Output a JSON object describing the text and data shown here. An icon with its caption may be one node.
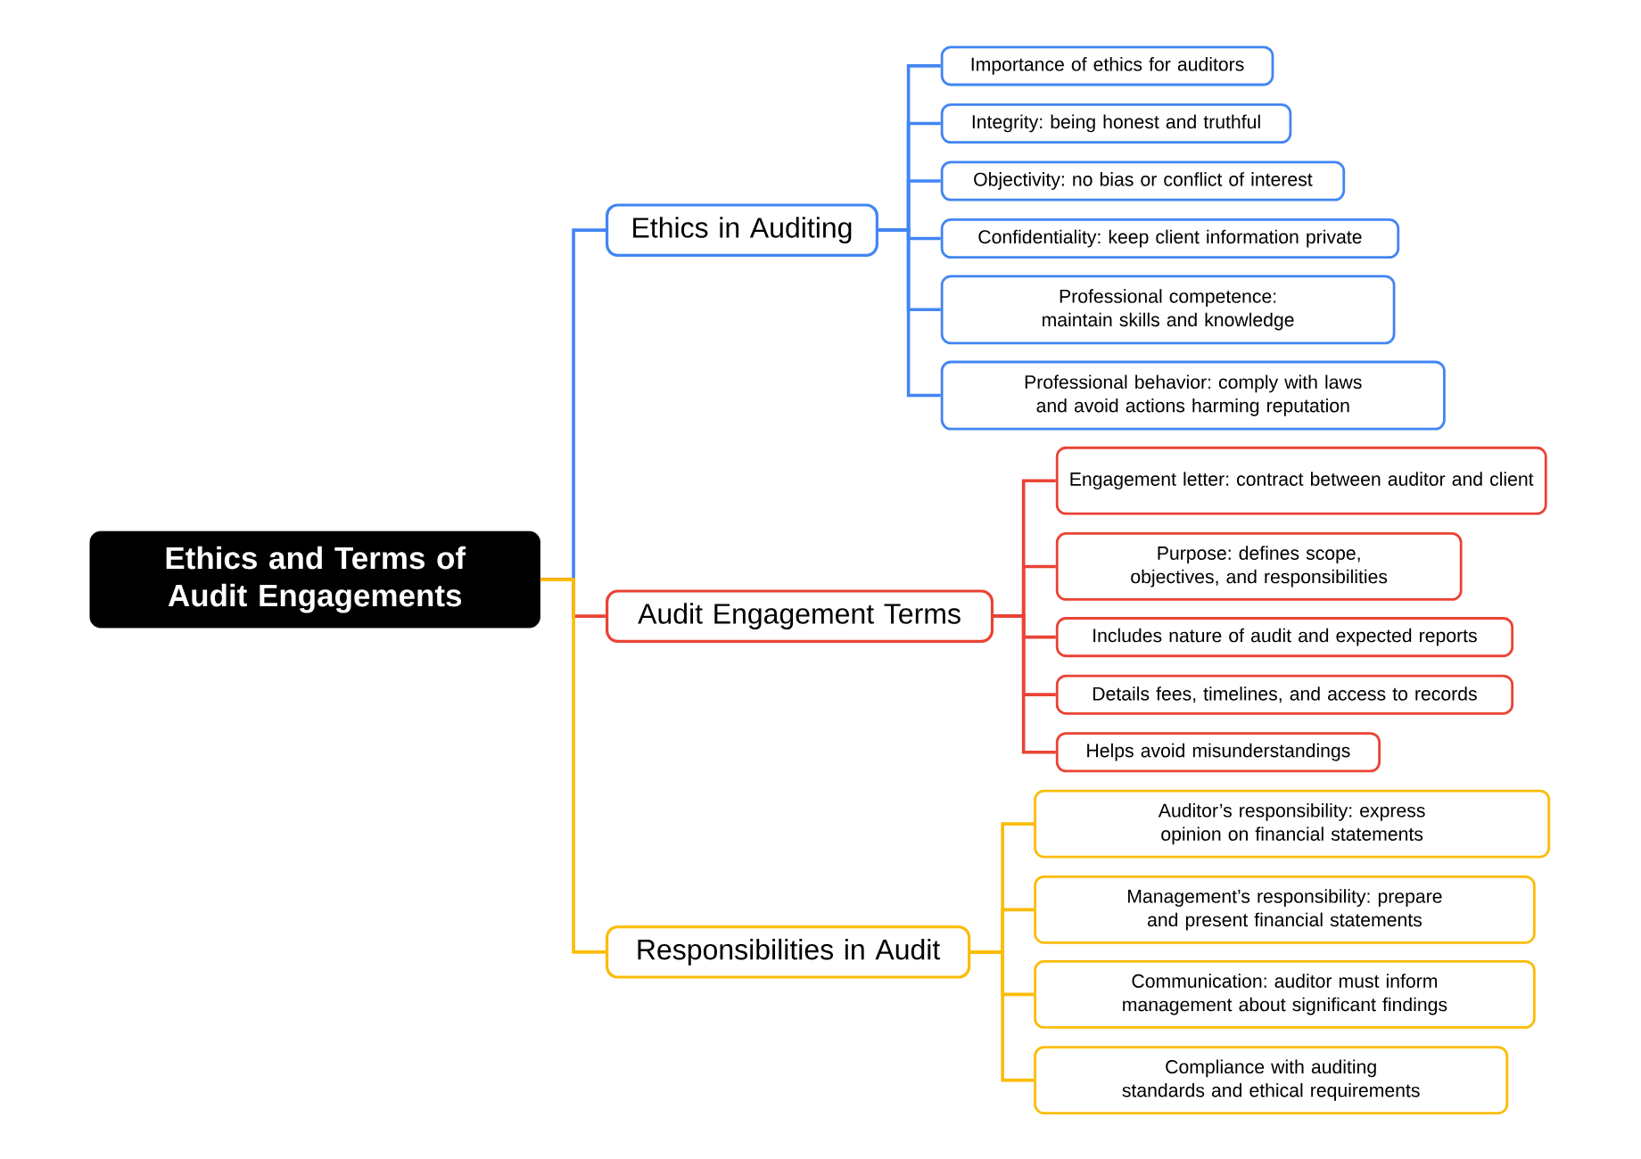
{
  "diagram": {
    "nodes": [
      {
        "text": [
          "Ethics and Terms of Audit Engagements"
        ]
      },
      {
        "text": [
          "Ethics in Auditing"
        ]
      },
      {
        "text": [
          "Importance of ethics for auditors"
        ]
      },
      {
        "text": [
          "Integrity: being honest and truthful"
        ]
      },
      {
        "text": [
          "Objectivity: no bias or conflict of interest"
        ]
      },
      {
        "text": [
          "Confidentiality: keep client information private"
        ]
      },
      {
        "text": [
          "Professional competence: maintain skills and knowledge"
        ]
      },
      {
        "text": [
          "Professional behavior: comply with laws and avoid actions harming reputation"
        ]
      },
      {
        "text": [
          "Audit Engagement Terms"
        ]
      },
      {
        "text": [
          "Engagement letter: contract between auditor and client"
        ]
      },
      {
        "text": [
          "Purpose: defines scope, objectives, and responsibilities"
        ]
      },
      {
        "text": [
          "Includes nature of audit and expected reports"
        ]
      },
      {
        "text": [
          "Details fees, timelines, and access to records"
        ]
      },
      {
        "text": [
          "Helps avoid misunderstandings"
        ]
      },
      {
        "text": [
          "Responsibilities in Audit"
        ]
      },
      {
        "text": [
          "Auditor’s responsibility: express opinion on financial statements"
        ]
      },
      {
        "text": [
          "Management’s responsibility: prepare and present financial statements"
        ]
      },
      {
        "text": [
          "Communication: auditor must inform management about significant findings"
        ]
      },
      {
        "text": [
          "Compliance with auditing standards and ethical requirements"
        ]
      }
    ],
    "edges": [
      {
        "from": 0,
        "to": 1,
        "arrow": "none",
        "color": "#4285f4"
      },
      {
        "from": 0,
        "to": 8,
        "arrow": "none",
        "color": "#ea4335"
      },
      {
        "from": 0,
        "to": 14,
        "arrow": "none",
        "color": "#fbbc05"
      },
      {
        "from": 1,
        "to": 2,
        "arrow": "none",
        "color": "#4285f4"
      },
      {
        "from": 1,
        "to": 3,
        "arrow": "none",
        "color": "#4285f4"
      },
      {
        "from": 1,
        "to": 4,
        "arrow": "none",
        "color": "#4285f4"
      },
      {
        "from": 1,
        "to": 5,
        "arrow": "none",
        "color": "#4285f4"
      },
      {
        "from": 1,
        "to": 6,
        "arrow": "none",
        "color": "#4285f4"
      },
      {
        "from": 1,
        "to": 7,
        "arrow": "none",
        "color": "#4285f4"
      },
      {
        "from": 8,
        "to": 9,
        "arrow": "none",
        "color": "#ea4335"
      },
      {
        "from": 8,
        "to": 10,
        "arrow": "none",
        "color": "#ea4335"
      },
      {
        "from": 8,
        "to": 11,
        "arrow": "none",
        "color": "#ea4335"
      },
      {
        "from": 8,
        "to": 12,
        "arrow": "none",
        "color": "#ea4335"
      },
      {
        "from": 8,
        "to": 13,
        "arrow": "none",
        "color": "#ea4335"
      },
      {
        "from": 14,
        "to": 15,
        "arrow": "none",
        "color": "#fbbc05"
      },
      {
        "from": 14,
        "to": 16,
        "arrow": "none",
        "color": "#fbbc05"
      },
      {
        "from": 14,
        "to": 17,
        "arrow": "none",
        "color": "#fbbc05"
      },
      {
        "from": 14,
        "to": 18,
        "arrow": "none",
        "color": "#fbbc05"
      }
    ]
  }
}
